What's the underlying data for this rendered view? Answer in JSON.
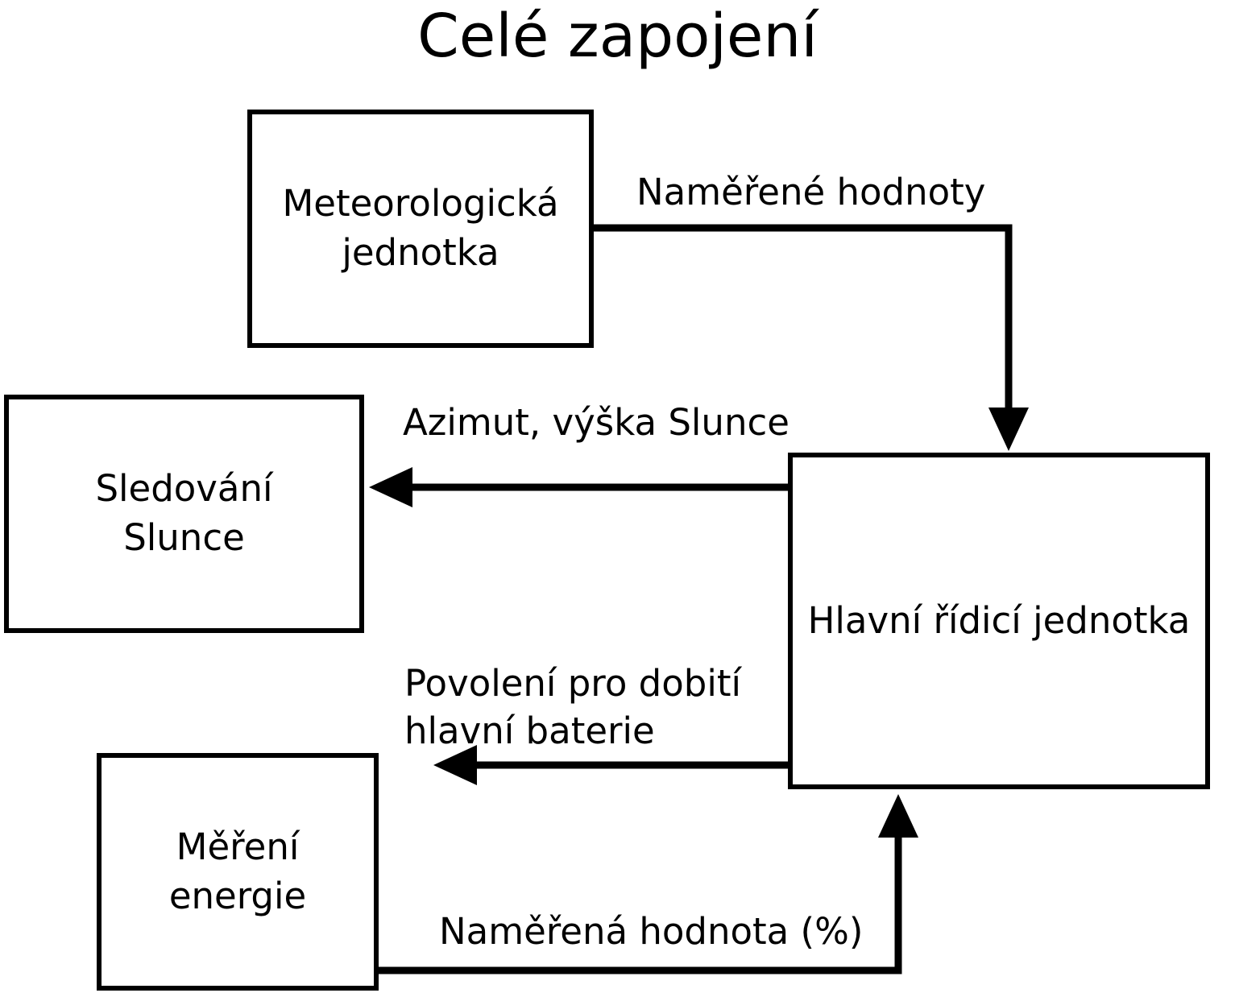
{
  "title": "Celé zapojení",
  "nodes": {
    "meteo": {
      "label": "Meteorologická\njednotka"
    },
    "sun": {
      "label": "Sledování\nSlunce"
    },
    "energy": {
      "label": "Měření\nenergie"
    },
    "main": {
      "label": "Hlavní řídicí jednotka"
    }
  },
  "edges": {
    "meteo_to_main": {
      "label": "Naměřené hodnoty"
    },
    "main_to_sun": {
      "label": "Azimut, výška Slunce"
    },
    "main_to_energy": {
      "label": "Povolení pro dobití\nhlavní baterie"
    },
    "energy_to_main": {
      "label": "Naměřená hodnota (%)"
    }
  },
  "colors": {
    "stroke": "#000000",
    "background": "#ffffff"
  }
}
